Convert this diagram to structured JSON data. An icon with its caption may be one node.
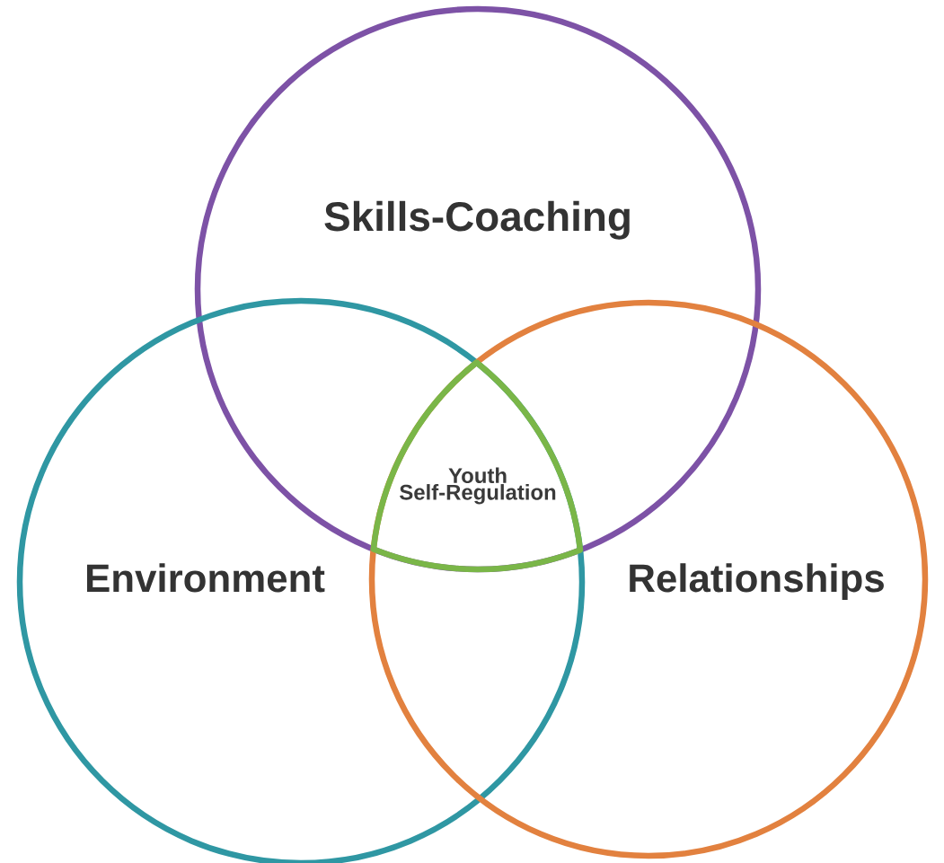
{
  "diagram": {
    "nodes": [
      {
        "text": [
          "Skills-Coaching"
        ]
      },
      {
        "text": [
          "Environment"
        ]
      },
      {
        "text": [
          "Relationships"
        ]
      },
      {
        "text": [
          "Youth Self-Regulation"
        ]
      }
    ]
  }
}
